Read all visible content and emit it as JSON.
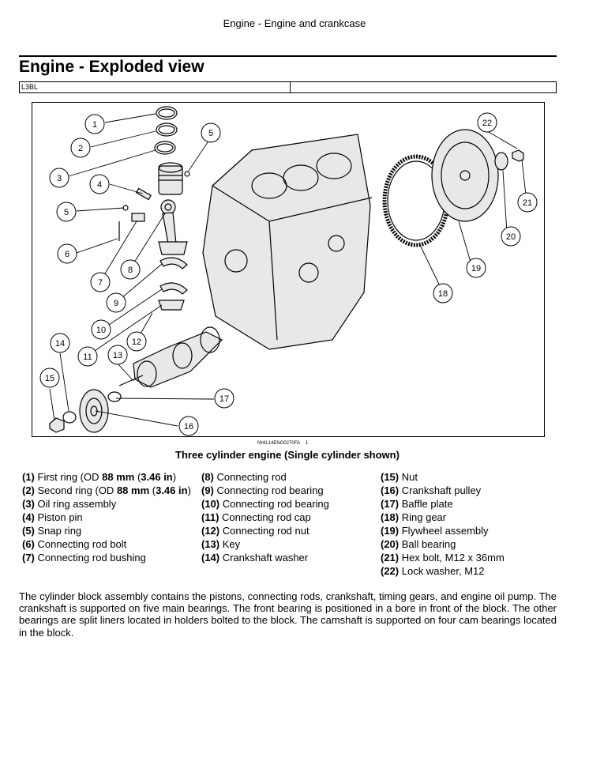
{
  "header": {
    "running_title": "Engine - Engine and crankcase"
  },
  "page_title": "Engine - Exploded view",
  "model_cell": "L3BL",
  "figure": {
    "id": "NHIL14ENG0270FA",
    "number": "1",
    "caption": "Three cylinder engine (Single cylinder shown)",
    "callouts": [
      "1",
      "2",
      "3",
      "4",
      "5",
      "5",
      "6",
      "7",
      "8",
      "9",
      "10",
      "11",
      "12",
      "13",
      "14",
      "15",
      "16",
      "17",
      "18",
      "19",
      "20",
      "21",
      "22"
    ]
  },
  "legend": {
    "col1": [
      {
        "num": "(1)",
        "text": " First ring (OD ",
        "b1": "88 mm",
        "m": " (",
        "b2": "3.46 in",
        "e": ")"
      },
      {
        "num": "(2)",
        "text": " Second ring (OD ",
        "b1": "88 mm",
        "m": " (",
        "b2": "3.46 in",
        "e": ")"
      },
      {
        "num": "(3)",
        "text": " Oil ring assembly"
      },
      {
        "num": "(4)",
        "text": " Piston pin"
      },
      {
        "num": "(5)",
        "text": " Snap ring"
      },
      {
        "num": "(6)",
        "text": " Connecting rod bolt"
      },
      {
        "num": "(7)",
        "text": " Connecting rod bushing"
      }
    ],
    "col2": [
      {
        "num": "(8)",
        "text": " Connecting rod"
      },
      {
        "num": "(9)",
        "text": " Connecting rod bearing"
      },
      {
        "num": "(10)",
        "text": " Connecting rod bearing"
      },
      {
        "num": "(11)",
        "text": " Connecting rod cap"
      },
      {
        "num": "(12)",
        "text": " Connecting rod nut"
      },
      {
        "num": "(13)",
        "text": " Key"
      },
      {
        "num": "(14)",
        "text": " Crankshaft washer"
      }
    ],
    "col3": [
      {
        "num": "(15)",
        "text": " Nut"
      },
      {
        "num": "(16)",
        "text": " Crankshaft pulley"
      },
      {
        "num": "(17)",
        "text": " Baffle plate"
      },
      {
        "num": "(18)",
        "text": " Ring gear"
      },
      {
        "num": "(19)",
        "text": " Flywheel assembly"
      },
      {
        "num": "(20)",
        "text": " Ball bearing"
      },
      {
        "num": "(21)",
        "text": " Hex bolt, M12 x 36mm"
      },
      {
        "num": "(22)",
        "text": " Lock washer, M12"
      }
    ]
  },
  "paragraph": "The cylinder block assembly contains the pistons, connecting rods, crankshaft, timing gears, and engine oil pump. The crankshaft is supported on five main bearings. The front bearing is positioned in a bore in front of the block. The other bearings are split liners located in holders bolted to the block. The camshaft is supported on four cam bearings located in the block."
}
